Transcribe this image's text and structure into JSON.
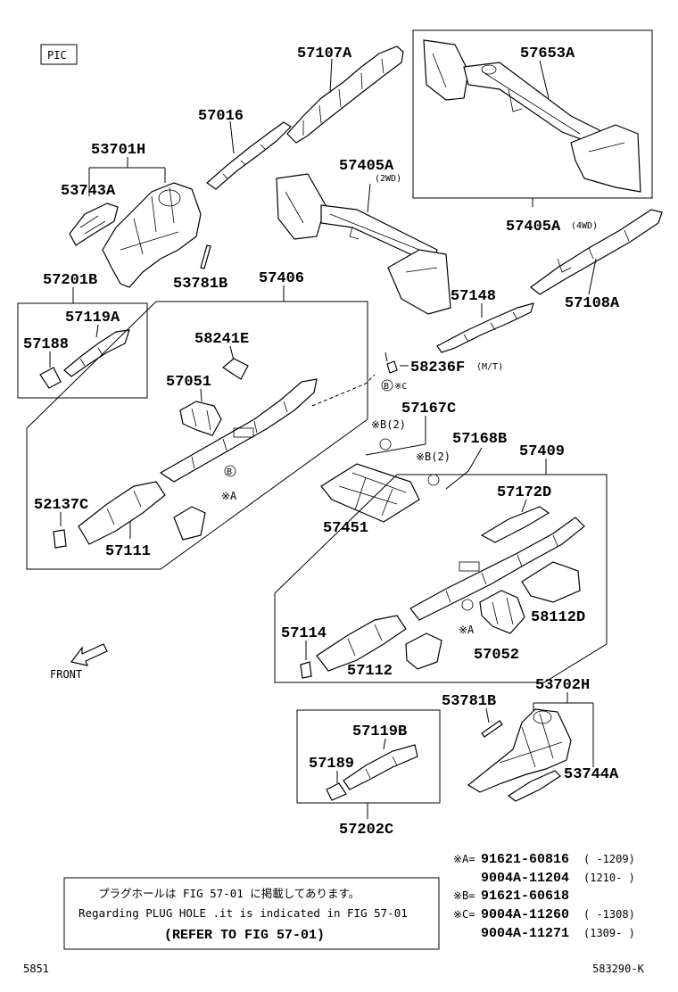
{
  "pic_tag": "PIC",
  "parts": {
    "p57107A": "57107A",
    "p57653A": "57653A",
    "p57016": "57016",
    "p53701H": "53701H",
    "p53743A": "53743A",
    "p57405A_2wd": "57405A",
    "note_2wd": "(2WD)",
    "p57405A_4wd": "57405A",
    "note_4wd": "(4WD)",
    "p53781B_a": "53781B",
    "p57201B": "57201B",
    "p57406": "57406",
    "p57108A": "57108A",
    "p57119A": "57119A",
    "p57148": "57148",
    "p57188": "57188",
    "p58241E": "58241E",
    "p58236F": "58236F",
    "note_mt": "(M/T)",
    "p57051": "57051",
    "p57167C": "57167C",
    "p57168B": "57168B",
    "p57409": "57409",
    "p52137C": "52137C",
    "p57172D": "57172D",
    "p57111": "57111",
    "p57451": "57451",
    "p58112D": "58112D",
    "p57114": "57114",
    "p57112": "57112",
    "p57052": "57052",
    "p53781B_b": "53781B",
    "p53702H": "53702H",
    "p57119B": "57119B",
    "p57189": "57189",
    "p53744A": "53744A",
    "p57202C": "57202C"
  },
  "markers": {
    "b_c": "B ※C",
    "b2_a": "※B(2)",
    "b2_b": "※B(2)",
    "a_1": "※A",
    "a_2": "※A",
    "b": "B"
  },
  "front_label": "FRONT",
  "references": {
    "a_prefix": "※A=",
    "a_part1": "91621-60816",
    "a_date1": "(     -1209)",
    "a_part2": "9004A-11204",
    "a_date2": "(1210-     )",
    "b_prefix": "※B=",
    "b_part": "91621-60618",
    "c_prefix": "※C=",
    "c_part1": "9004A-11260",
    "c_date1": "(     -1308)",
    "c_part2": "9004A-11271",
    "c_date2": "(1309-     )"
  },
  "note_box": {
    "line1": "プラグホールは FIG 57-01 に掲載してあります。",
    "line2": "Regarding PLUG HOLE .it is indicated in FIG 57-01",
    "line3": "(REFER TO FIG 57-01)"
  },
  "footer": {
    "left": "5851",
    "right": "583290-K"
  }
}
